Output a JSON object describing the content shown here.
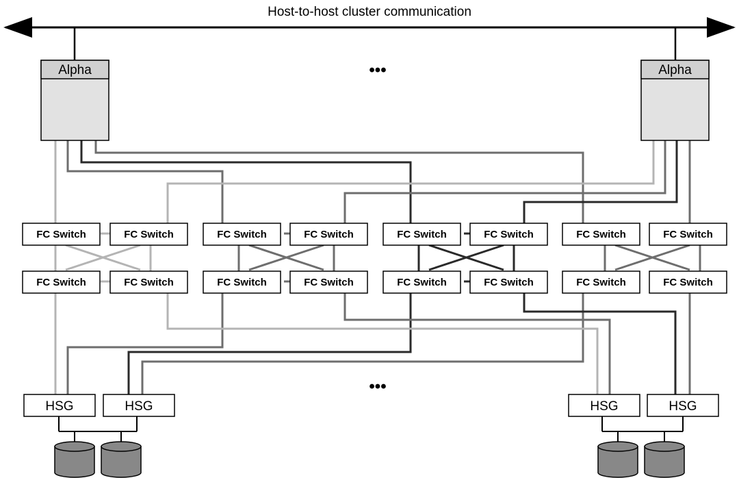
{
  "title": "Host-to-host cluster communication",
  "ellipsis": "•••",
  "hosts": [
    {
      "label": "Alpha"
    },
    {
      "label": "Alpha"
    }
  ],
  "switch_label": "FC Switch",
  "hsg_label": "HSG",
  "colors": {
    "host_header": "#d0d0d0",
    "host_body": "#e2e2e2",
    "disk": "#888888",
    "light": "#b4b4b4",
    "medium": "#6e6e6e",
    "dark": "#2a2a2a",
    "mid_dark": "#555555"
  }
}
